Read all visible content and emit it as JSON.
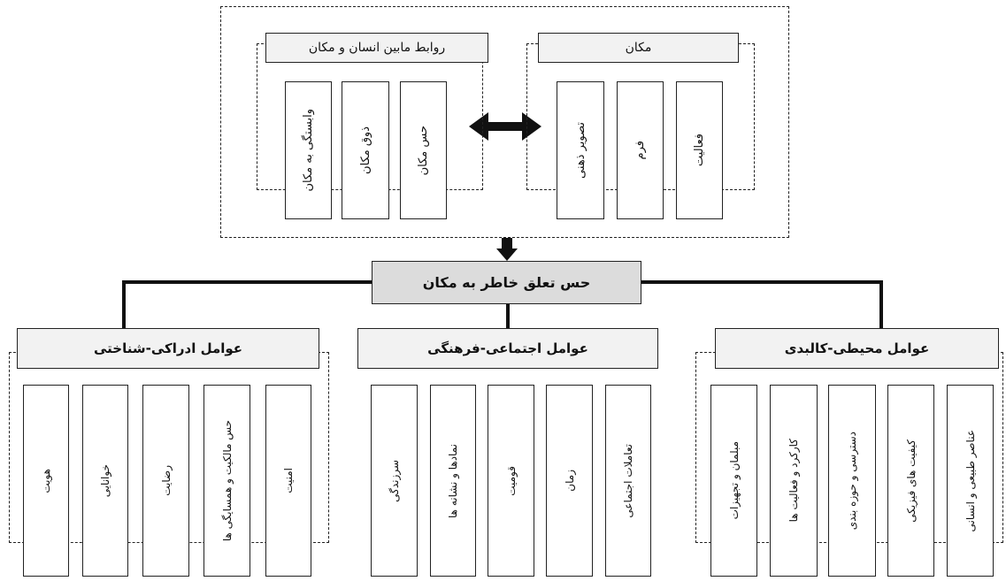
{
  "top_group": {
    "human_place": {
      "title": "روابط مابین انسان و مکان",
      "items": [
        "وابستگی به مکان",
        "ذوق مکان",
        "حس مکان"
      ]
    },
    "place": {
      "title": "مکان",
      "items": [
        "تصویر ذهنی",
        "فرم",
        "فعالیت"
      ]
    }
  },
  "center_title": "حس تعلق خاطر به مکان",
  "groups": {
    "cognitive": {
      "title": "عوامل ادراکی-شناختی",
      "items": [
        "هویت",
        "خوانایی",
        "رضایت",
        "حس مالکیت و همسایگی ها",
        "امنیت"
      ]
    },
    "social": {
      "title": "عوامل اجتماعی-فرهنگی",
      "items": [
        "سرزندگی",
        "نمادها و نشانه ها",
        "قومیت",
        "زمان",
        "تعاملات اجتماعی"
      ]
    },
    "physical": {
      "title": "عوامل محیطی-کالبدی",
      "items": [
        "مبلمان و تجهیزات",
        "کارکرد و فعالیت ها",
        "دسترسی و حوزه بندی",
        "کیفیت های فیزیکی",
        "عناصر طبیعی و انسانی"
      ]
    }
  }
}
